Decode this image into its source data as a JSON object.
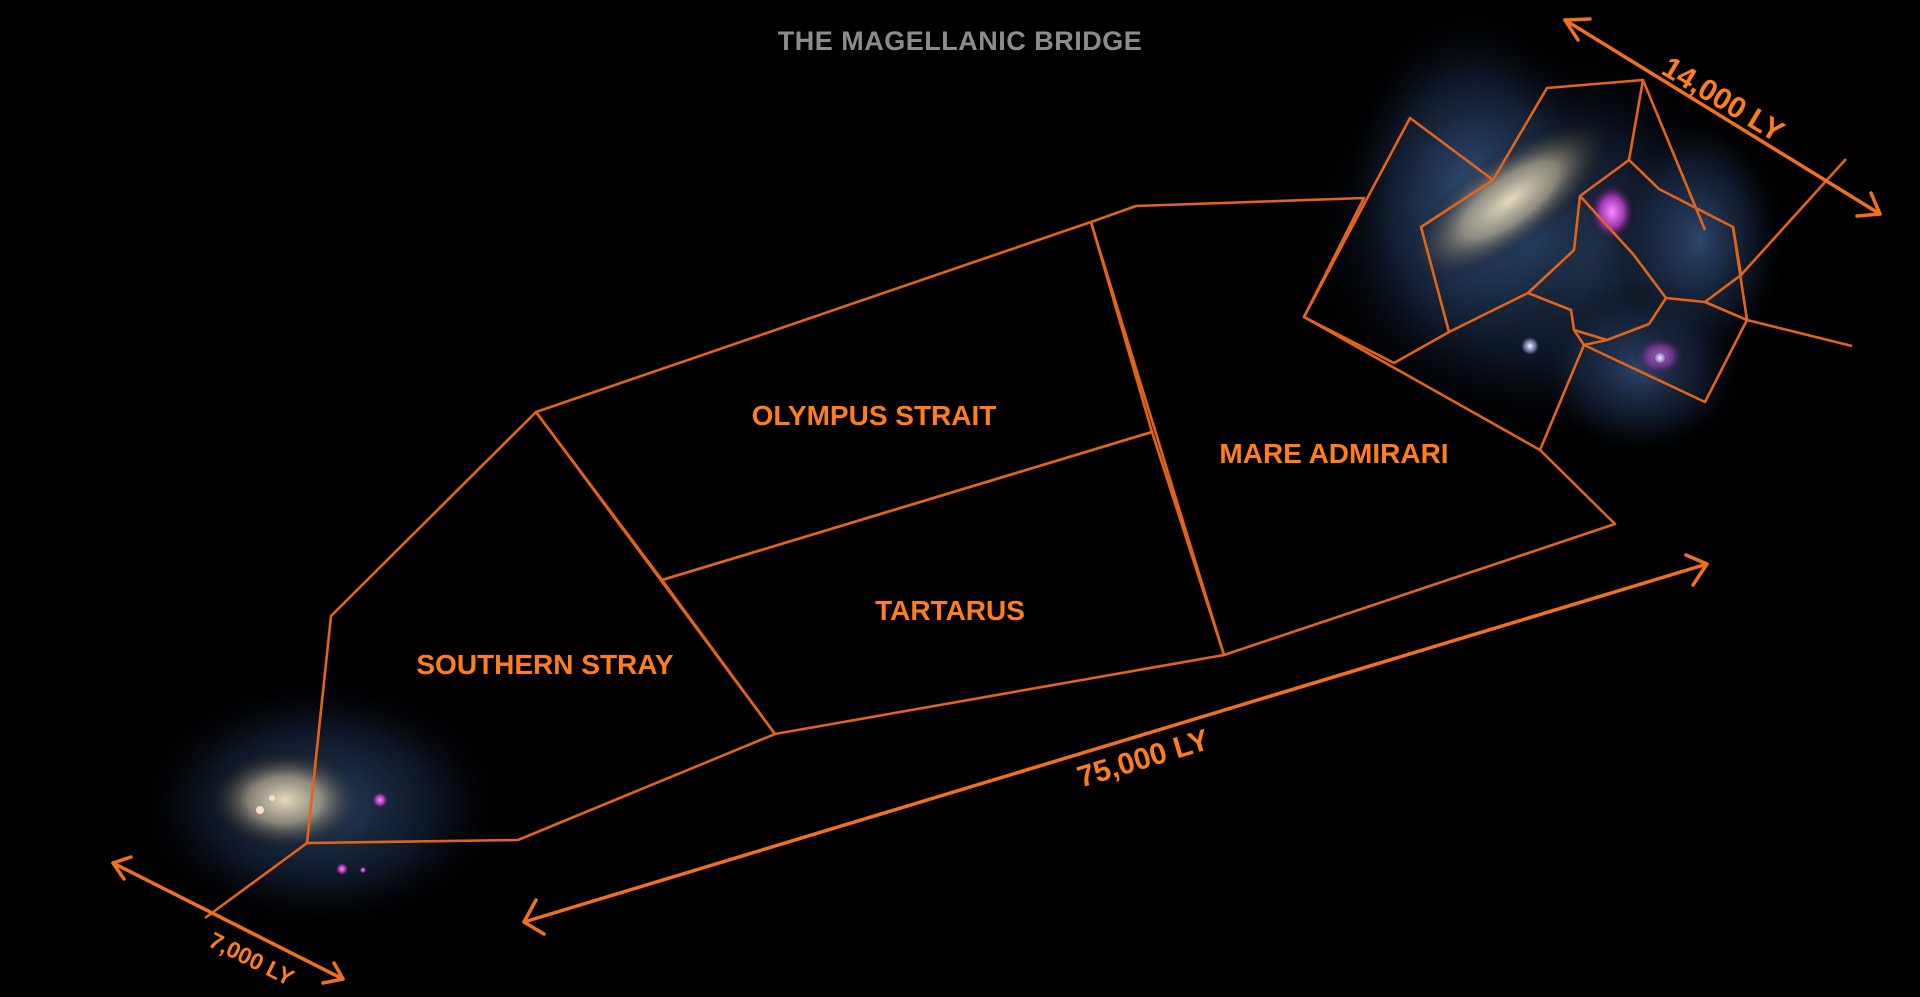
{
  "title": "THE MAGELLANIC BRIDGE",
  "regions": {
    "olympus_strait": "OLYMPUS STRAIT",
    "tartarus": "TARTARUS",
    "southern_stray": "SOUTHERN STRAY",
    "mare_admirari": "MARE ADMIRARI"
  },
  "measurements": {
    "large_cloud_width": "14,000 LY",
    "bridge_length": "75,000 LY",
    "small_cloud_width": "7,000 LY"
  },
  "colors": {
    "background": "#000000",
    "accent": "#ff7d1c",
    "border": "#e2641a",
    "title": "#8c8c8c"
  }
}
